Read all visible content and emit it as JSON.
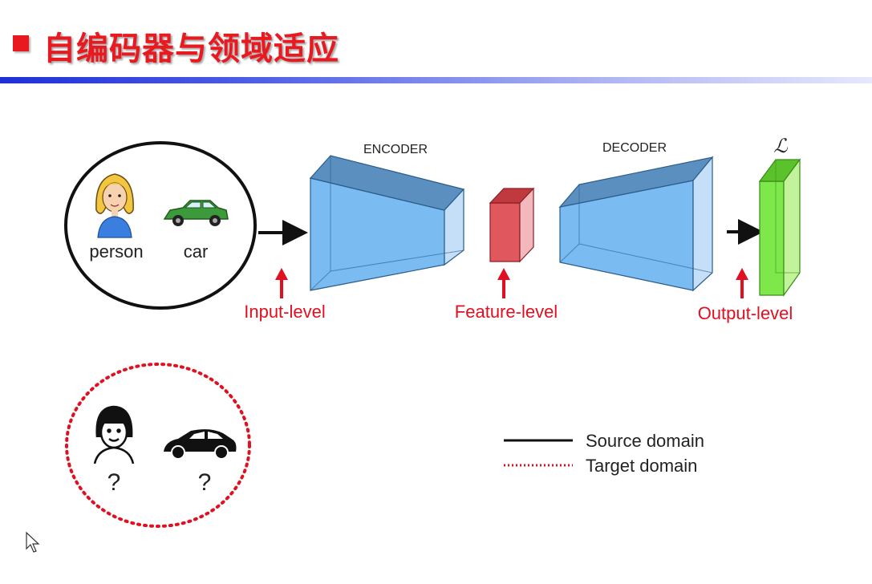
{
  "slide": {
    "title": "自编码器与领域适应"
  },
  "diagram": {
    "encoder_label": "ENCODER",
    "decoder_label": "DECODER",
    "loss_label": "ℒ",
    "levels": {
      "input": "Input-level",
      "feature": "Feature-level",
      "output": "Output-level"
    },
    "source_items": [
      "person",
      "car"
    ],
    "target_items": [
      "?",
      "?"
    ],
    "colors": {
      "encoder": "#6cb4f0",
      "feature": "#e0585e",
      "output": "#7ee84a",
      "arrow": "#e01020",
      "accent": "#e8191f"
    }
  },
  "legend": {
    "source": "Source domain",
    "target": "Target domain"
  }
}
